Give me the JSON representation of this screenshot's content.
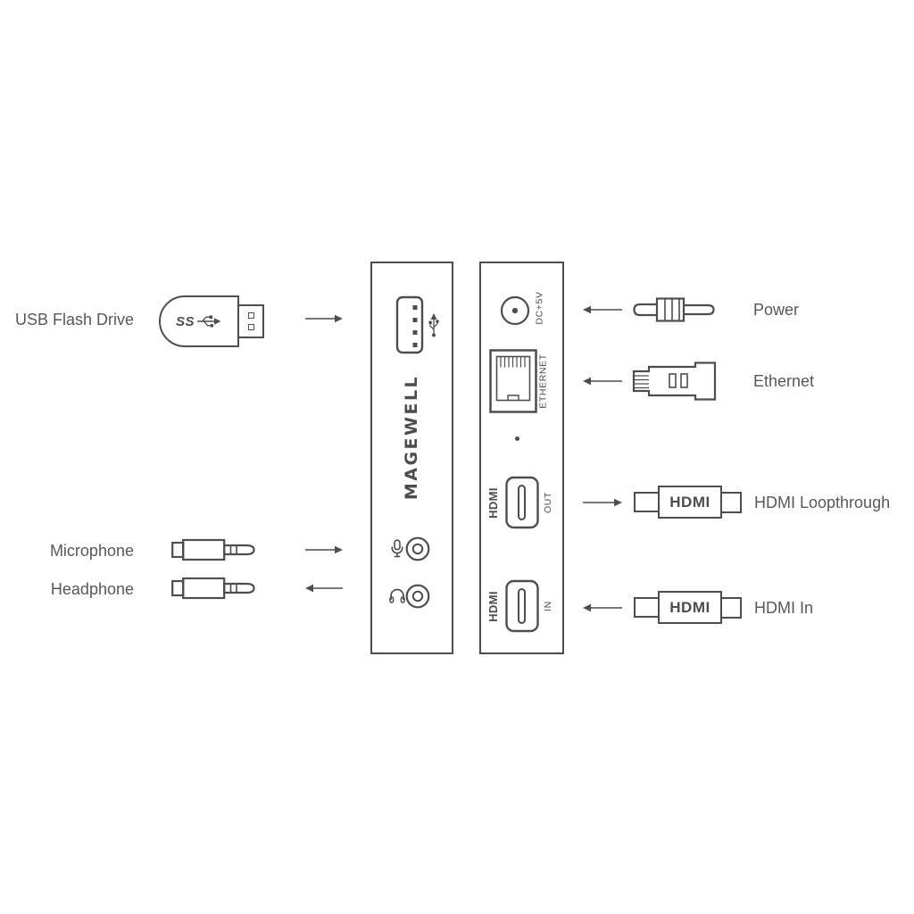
{
  "peripherals_left": {
    "usb_flash_drive": {
      "label": "USB Flash Drive"
    },
    "microphone": {
      "label": "Microphone"
    },
    "headphone": {
      "label": "Headphone"
    }
  },
  "peripherals_right": {
    "power": {
      "label": "Power"
    },
    "ethernet": {
      "label": "Ethernet"
    },
    "hdmi_loopthrough": {
      "label": "HDMI Loopthrough"
    },
    "hdmi_in": {
      "label": "HDMI In"
    }
  },
  "device": {
    "brand": "MAGEWELL",
    "port_labels": {
      "dc_power": "DC+5V",
      "ethernet": "ETHERNET",
      "hdmi": "HDMI",
      "out": "OUT",
      "in": "IN"
    }
  },
  "connectors": {
    "usb_superspeed_text": "SS",
    "hdmi_text": "HDMI"
  },
  "colors": {
    "stroke": "#4d4d4f",
    "label_text": "#58585a"
  }
}
